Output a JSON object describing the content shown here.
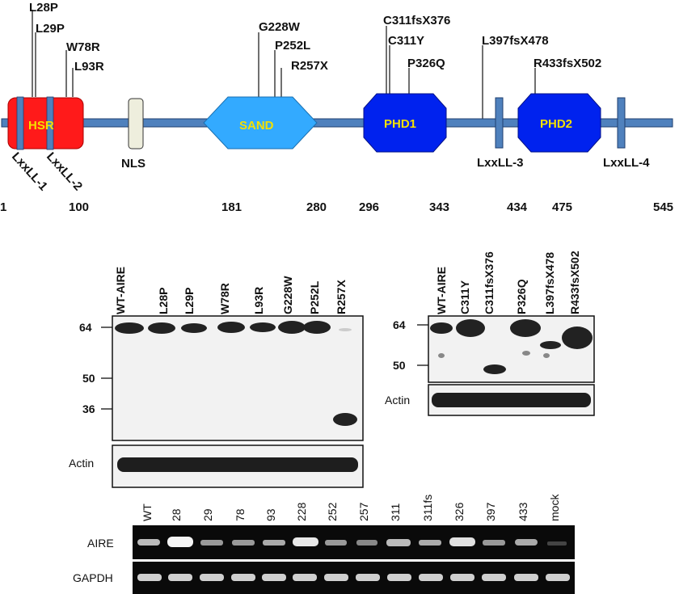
{
  "diagram": {
    "mutations": [
      "L28P",
      "L29P",
      "W78R",
      "L93R",
      "G228W",
      "P252L",
      "R257X",
      "C311fsX376",
      "C311Y",
      "P326Q",
      "L397fsX478",
      "R433fsX502"
    ],
    "domains": {
      "hsr": "HSR",
      "nls": "NLS",
      "sand": "SAND",
      "phd1": "PHD1",
      "phd2": "PHD2"
    },
    "motifs": [
      "LxxLL-1",
      "LxxLL-2",
      "LxxLL-3",
      "LxxLL-4"
    ],
    "positions": [
      "1",
      "100",
      "181",
      "280",
      "296",
      "343",
      "434",
      "475",
      "545"
    ],
    "colors": {
      "backbone": "#4f81bd",
      "hsr": "#ff1a1a",
      "sand": "#33aaff",
      "phd": "#0022ee",
      "nls": "#eeeedd",
      "domain_text": "#f4e000"
    }
  },
  "blot_left": {
    "lanes": [
      "WT-AIRE",
      "L28P",
      "L29P",
      "W78R",
      "L93R",
      "G228W",
      "P252L",
      "R257X"
    ],
    "markers": [
      "64",
      "50",
      "36"
    ],
    "loading_label": "Actin"
  },
  "blot_right": {
    "lanes": [
      "WT-AIRE",
      "C311Y",
      "C311fsX376",
      "P326Q",
      "L397fsX478",
      "R433fsX502"
    ],
    "markers": [
      "64",
      "50"
    ],
    "loading_label": "Actin"
  },
  "gel": {
    "lanes": [
      "WT",
      "28",
      "29",
      "78",
      "93",
      "228",
      "252",
      "257",
      "311",
      "311fs",
      "326",
      "397",
      "433",
      "mock"
    ],
    "rows": [
      "AIRE",
      "GAPDH"
    ]
  }
}
